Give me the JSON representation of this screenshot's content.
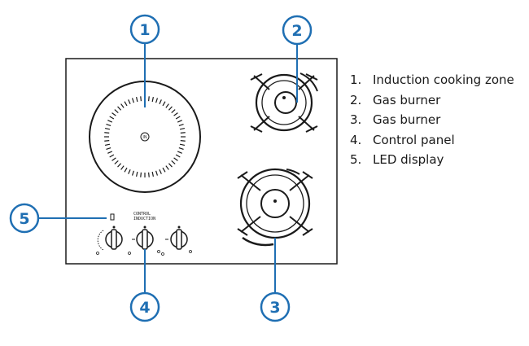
{
  "colors": {
    "callout": "#1f6fb3",
    "callout_fill": "#ffffff",
    "outline": "#1a1a1a",
    "legend_text": "#1a1a1a"
  },
  "callouts": [
    {
      "id": "1",
      "label": "1"
    },
    {
      "id": "2",
      "label": "2"
    },
    {
      "id": "3",
      "label": "3"
    },
    {
      "id": "4",
      "label": "4"
    },
    {
      "id": "5",
      "label": "5"
    }
  ],
  "legend": [
    {
      "number": "1.",
      "text": "Induction cooking zone"
    },
    {
      "number": "2.",
      "text": "Gas burner"
    },
    {
      "number": "3.",
      "text": "Gas burner"
    },
    {
      "number": "4.",
      "text": "Control panel"
    },
    {
      "number": "5.",
      "text": "LED display"
    }
  ],
  "induction_symbol": "IN",
  "control_panel": {
    "logo_line1": "CONTROL",
    "logo_line2": "INDUCTION",
    "knob_count": 3
  }
}
